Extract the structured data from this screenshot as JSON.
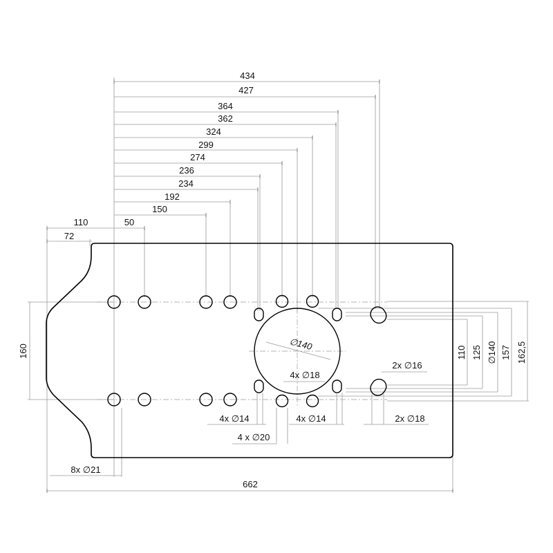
{
  "top_dims": {
    "d434": "434",
    "d427": "427",
    "d364": "364",
    "d362": "362",
    "d324": "324",
    "d299": "299",
    "d274": "274",
    "d236": "236",
    "d234": "234",
    "d192": "192",
    "d150": "150",
    "d110": "110",
    "d50": "50",
    "d72": "72"
  },
  "side_dims": {
    "d160": "160",
    "d110": "110",
    "d125": "125",
    "d140": "∅140",
    "d157": "157",
    "d1625": "162,5"
  },
  "bottom_dims": {
    "d662": "662"
  },
  "callouts": {
    "center_bore": "∅140",
    "holes_18_center": "4x ∅18",
    "holes_16": "2x ∅16",
    "holes_14_left": "4x ∅14",
    "holes_14_right": "4x ∅14",
    "holes_18_right": "2x ∅18",
    "holes_20": "4 x ∅20",
    "holes_21": "8x ∅21"
  }
}
